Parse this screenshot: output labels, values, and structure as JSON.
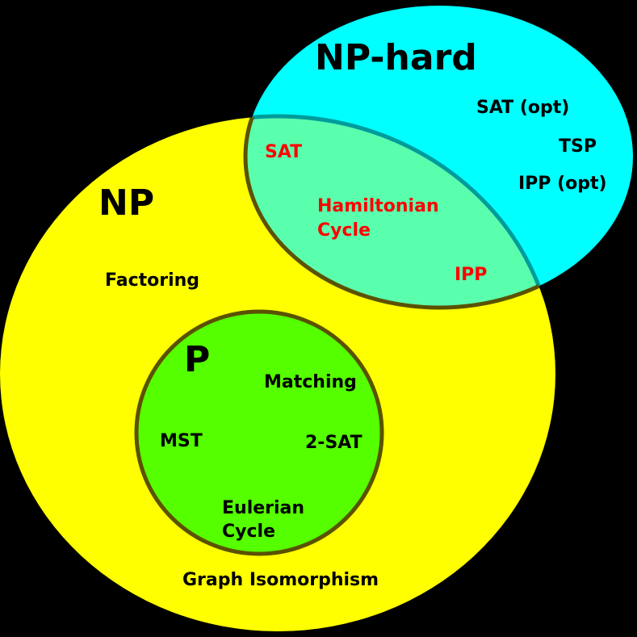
{
  "colors": {
    "background": "#000000",
    "np": "#ffff00",
    "np_hard": "#00ffff",
    "intersection": "#5affad",
    "p": "#55ff00",
    "outline": "#5a5200",
    "outline_in_cyan": "#009999",
    "np_complete_text": "#ff0000"
  },
  "sets": {
    "np_hard": {
      "title": "NP-hard",
      "items": [
        "SAT (opt)",
        "TSP",
        "IPP (opt)"
      ]
    },
    "np_complete": {
      "items": [
        "SAT",
        "Hamiltonian",
        "Cycle",
        "IPP"
      ]
    },
    "np": {
      "title": "NP",
      "items": [
        "Factoring",
        "Graph Isomorphism"
      ]
    },
    "p": {
      "title": "P",
      "items": [
        "Matching",
        "MST",
        "2-SAT",
        "Eulerian",
        "Cycle"
      ]
    }
  }
}
